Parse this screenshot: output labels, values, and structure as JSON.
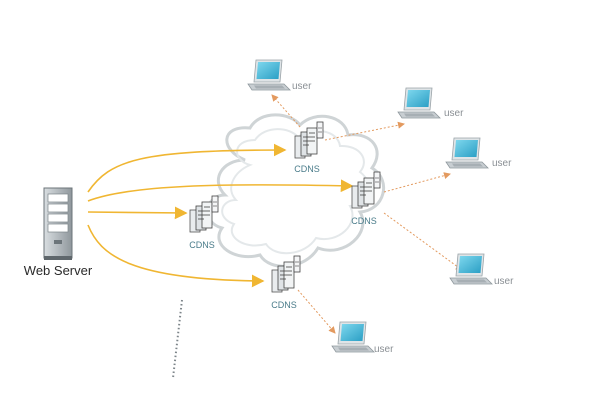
{
  "diagram": {
    "web_server": {
      "label": "Web Server"
    },
    "cdns_nodes": [
      {
        "id": "cdns-top",
        "label": "CDNS"
      },
      {
        "id": "cdns-left",
        "label": "CDNS"
      },
      {
        "id": "cdns-right",
        "label": "CDNS"
      },
      {
        "id": "cdns-bottom",
        "label": "CDNS"
      }
    ],
    "users": [
      {
        "id": "user-1",
        "label": "user"
      },
      {
        "id": "user-2",
        "label": "user"
      },
      {
        "id": "user-3",
        "label": "user"
      },
      {
        "id": "user-4",
        "label": "user"
      },
      {
        "id": "user-5",
        "label": "user"
      }
    ],
    "colors": {
      "origin_arrow": "#f0b632",
      "user_arrow": "#e39a5f",
      "cloud": "#cfd4d6",
      "laptop_screen": "#4fb9d6",
      "server_body": "#8d959a"
    }
  }
}
